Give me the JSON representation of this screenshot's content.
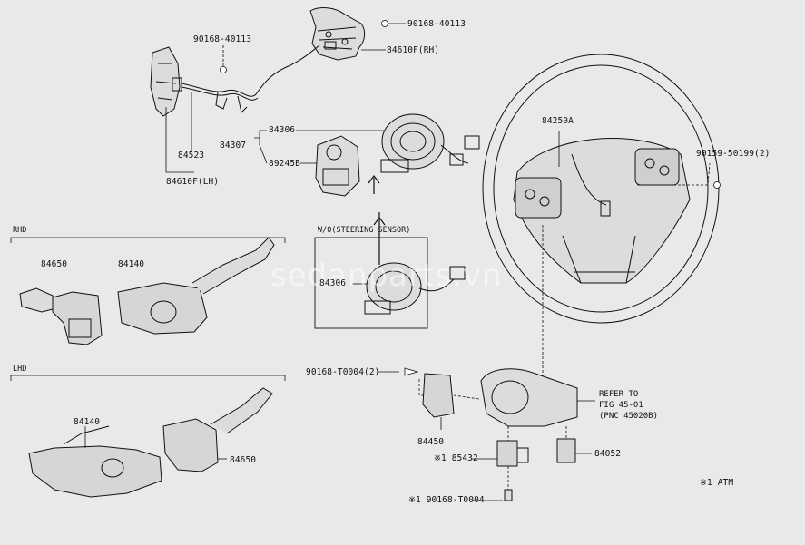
{
  "labels": {
    "p90168_40113_left": "90168-40113",
    "p90168_40113_right": "90168-40113",
    "p84610F_RH": "84610F(RH)",
    "p84523": "84523",
    "p84610F_LH": "84610F(LH)",
    "p84306": "84306",
    "p84307": "84307",
    "p89245B": "89245B",
    "p84250A": "84250A",
    "p90159": "90159-50199(2)",
    "p84650_rhd": "84650",
    "p84140_rhd": "84140",
    "p84306_wo": "84306",
    "p90168_T0004_2": "90168-T0004(2)",
    "p84450": "84450",
    "p85432": "※1 85432",
    "p84052": "84052",
    "p90168_T0004_bottom": "※1 90168-T0004",
    "p84140_lhd": "84140",
    "p84650_lhd": "84650",
    "atm_note": "※1 ATM"
  },
  "sections": {
    "rhd": "RHD",
    "lhd": "LHD",
    "wo_steering_sensor": "W/O(STEERING SENSOR)"
  },
  "refer_note": {
    "line1": "REFER TO",
    "line2": "FIG 45-01",
    "line3": "(PNC 45020B)"
  },
  "watermark": "sedanparts.vn",
  "colors": {
    "background": "#e9e9e9",
    "ink": "#111111",
    "watermark": "#ffffff"
  }
}
